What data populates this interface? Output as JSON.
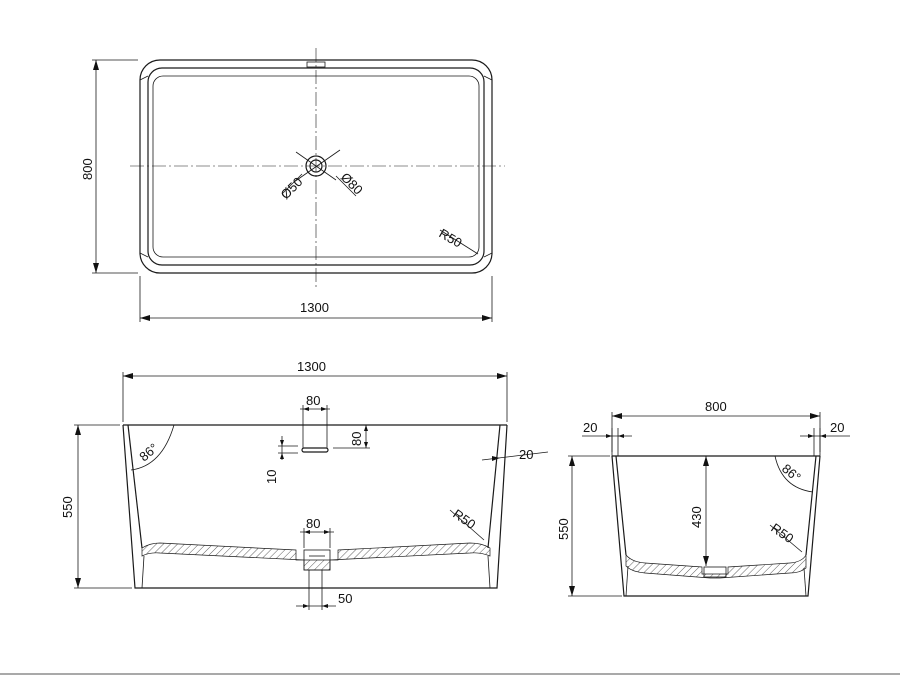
{
  "top_view": {
    "width_dim": "1300",
    "depth_dim": "800",
    "drain_inner": "Ø50",
    "drain_outer": "Ø80",
    "corner_radius": "R50"
  },
  "front_view": {
    "width_dim": "1300",
    "height_dim": "550",
    "overflow_width": "80",
    "overflow_height": "80",
    "overflow_slot": "10",
    "wall_thickness": "20",
    "wall_angle": "86°",
    "inner_radius": "R50",
    "drain_width": "80",
    "drain_pipe": "50"
  },
  "side_view": {
    "width_dim": "800",
    "height_dim": "550",
    "inner_depth": "430",
    "wall_left": "20",
    "wall_right": "20",
    "wall_angle": "86°",
    "inner_radius": "R50"
  },
  "colors": {
    "line": "#1a1a1a",
    "background": "#ffffff"
  }
}
